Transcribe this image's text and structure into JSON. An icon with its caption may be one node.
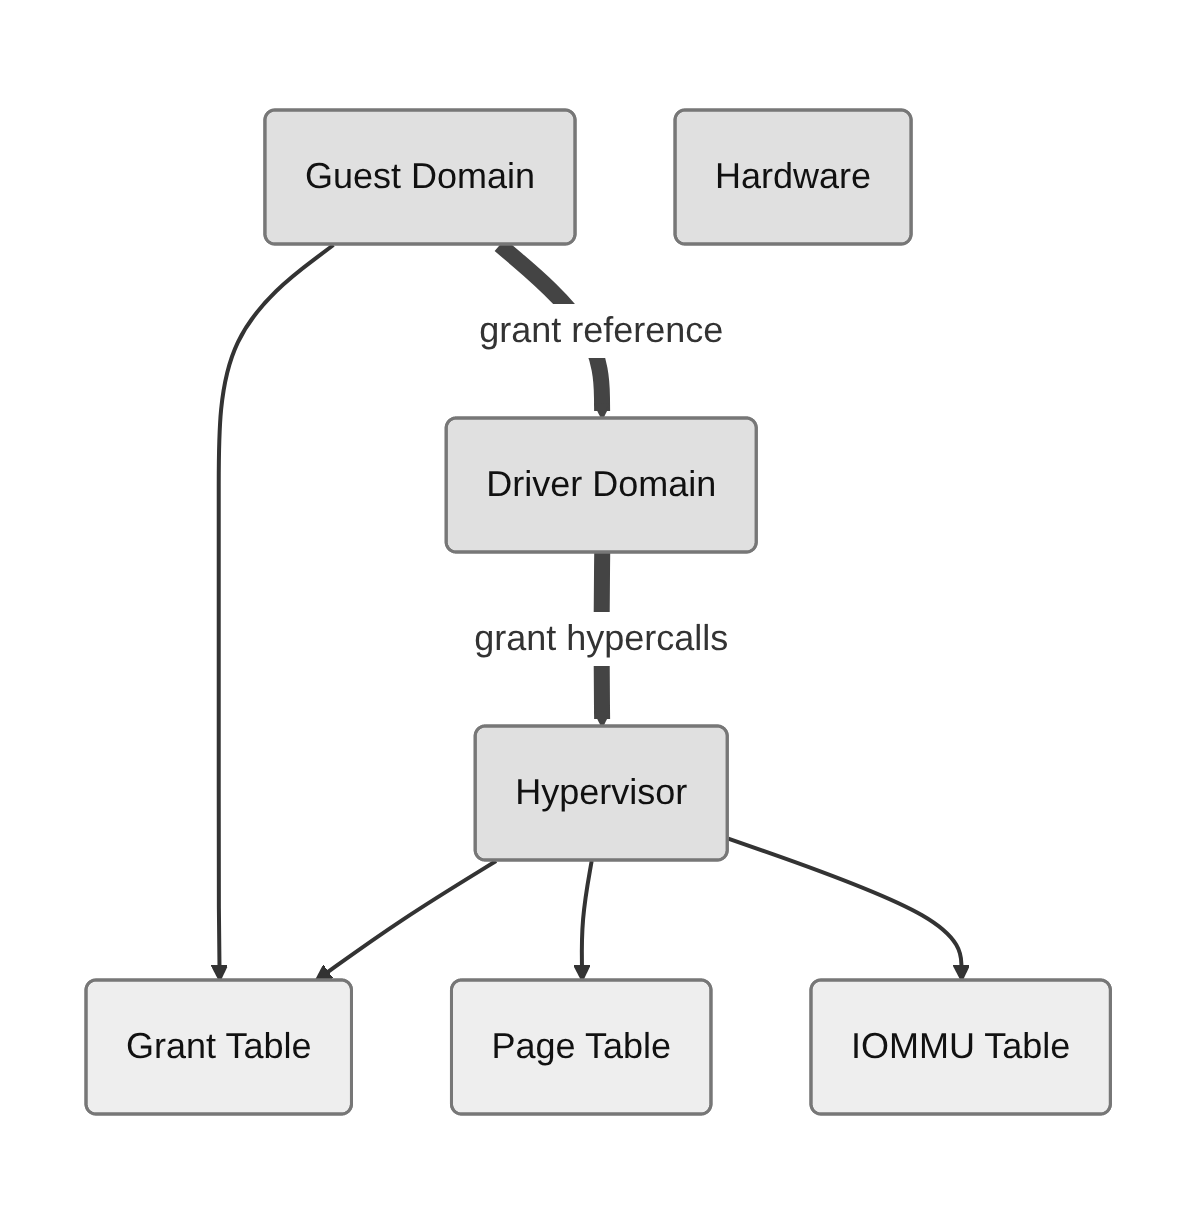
{
  "diagram": {
    "nodes": [
      {
        "text": [
          "Driver Domain"
        ]
      },
      {
        "text": [
          "Guest Domain"
        ]
      },
      {
        "text": [
          "Grant Table"
        ]
      },
      {
        "text": [
          "Hypervisor"
        ]
      },
      {
        "text": [
          "Hardware"
        ]
      },
      {
        "text": [
          "Page Table"
        ]
      },
      {
        "text": [
          "IOMMU Table"
        ]
      }
    ],
    "edges": [
      {
        "from": 1,
        "to": 0,
        "arrow": "to",
        "label": "grant reference",
        "style": "thick"
      },
      {
        "from": 0,
        "to": 3,
        "arrow": "to",
        "label": "grant hypercalls",
        "style": "thick"
      },
      {
        "from": 1,
        "to": 2,
        "arrow": "to"
      },
      {
        "from": 3,
        "to": 2,
        "arrow": "to"
      },
      {
        "from": 3,
        "to": 5,
        "arrow": "to"
      },
      {
        "from": 3,
        "to": 6,
        "arrow": "to"
      }
    ]
  }
}
